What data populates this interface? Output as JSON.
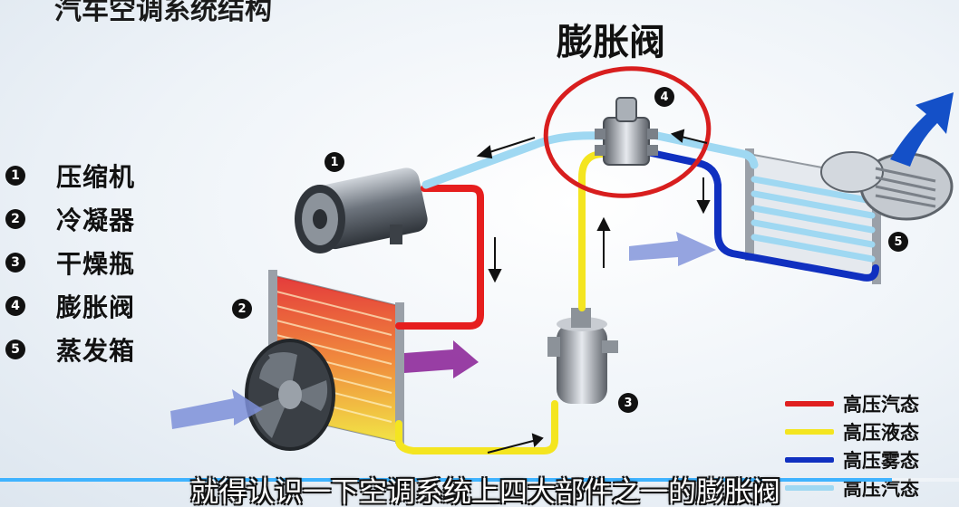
{
  "title": "汽车空调系统结构",
  "valve_callout": "膨胀阀",
  "parts": [
    {
      "num": "1",
      "name": "压缩机"
    },
    {
      "num": "2",
      "name": "冷凝器"
    },
    {
      "num": "3",
      "name": "干燥瓶"
    },
    {
      "num": "4",
      "name": "膨胀阀"
    },
    {
      "num": "5",
      "name": "蒸发箱"
    }
  ],
  "legend": [
    {
      "label": "高压汽态",
      "color": "#e02020"
    },
    {
      "label": "高压液态",
      "color": "#f4e520"
    },
    {
      "label": "高压雾态",
      "color": "#1030c0"
    },
    {
      "label": "高压汽态",
      "color": "#9fd8f2"
    }
  ],
  "subtitle": "就得认识一下空调系统上四大部件之一的膨胀阀",
  "video_progress": 0.93,
  "colors": {
    "callout_ring": "#d81e1e",
    "air_arrow": "#7c8fd8",
    "hot_air_arrow": "#8e2a9a",
    "blue_arrow": "#1450c8"
  }
}
